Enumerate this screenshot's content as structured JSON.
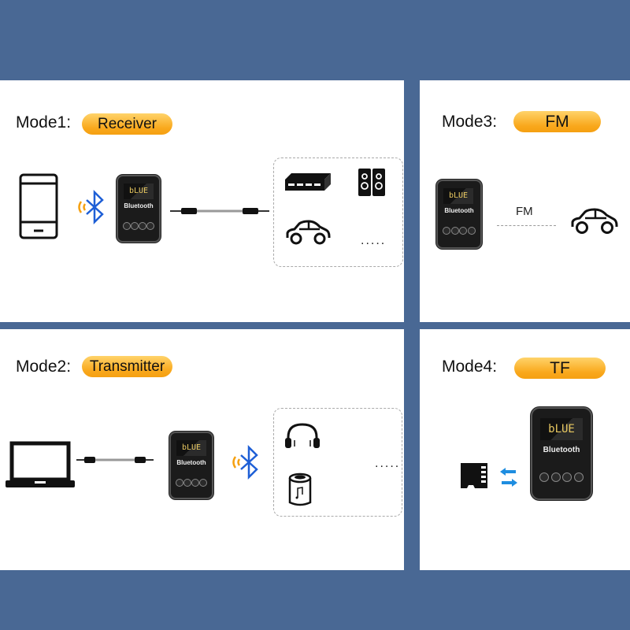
{
  "modes": [
    {
      "id": 1,
      "label": "Mode1:",
      "name": "Receiver"
    },
    {
      "id": 2,
      "label": "Mode2:",
      "name": "Transmitter"
    },
    {
      "id": 3,
      "label": "Mode3:",
      "name": "FM",
      "link_label": "FM"
    },
    {
      "id": 4,
      "label": "Mode4:",
      "name": "TF"
    }
  ],
  "device": {
    "screen_text": "bLUE",
    "brand": "Bluetooth"
  },
  "more_indicator": "....."
}
